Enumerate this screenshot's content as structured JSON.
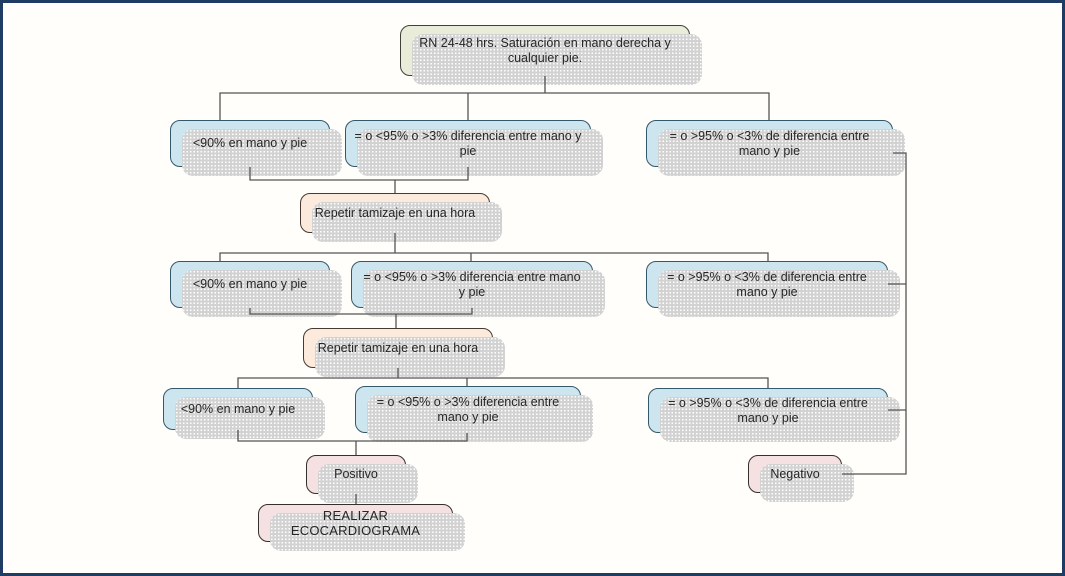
{
  "colors": {
    "frame_border": "#1f3c64",
    "canvas_bg": "#fffefa",
    "line": "#545454",
    "shadow": "#d2d2d2",
    "text": "#262626",
    "start_fill": "#e9ecd8",
    "start_border": "#3f4237",
    "screen_fill": "#cde5ef",
    "screen_border": "#34596b",
    "repeat_fill": "#fcebdc",
    "repeat_border": "#473a30",
    "result_fill": "#f5e0e2",
    "result_border": "#35302c"
  },
  "nodes": {
    "start": {
      "label": "RN 24-48 hrs. Saturación en mano derecha y cualquier pie."
    },
    "row1_low": {
      "label": "<90% en mano y pie"
    },
    "row1_mid": {
      "label": "= o <95% o >3% diferencia entre mano y pie"
    },
    "row1_high": {
      "label": "= o >95% o <3% de diferencia entre mano y pie"
    },
    "repeat1": {
      "label": "Repetir tamizaje en una hora"
    },
    "row2_low": {
      "label": "<90% en mano y pie"
    },
    "row2_mid": {
      "label": "= o <95% o >3% diferencia entre mano y pie"
    },
    "row2_high": {
      "label": "= o >95% o <3% de diferencia entre mano y pie"
    },
    "repeat2": {
      "label": "Repetir tamizaje en una hora"
    },
    "row3_low": {
      "label": "<90% en mano y pie"
    },
    "row3_mid": {
      "label": "= o <95% o >3% diferencia entre mano y pie"
    },
    "row3_high": {
      "label": "= o >95% o <3% de diferencia entre mano y pie"
    },
    "positivo": {
      "label": "Positivo"
    },
    "negativo": {
      "label": "Negativo"
    },
    "realizar": {
      "label": "REALIZAR ECOCARDIOGRAMA"
    }
  }
}
